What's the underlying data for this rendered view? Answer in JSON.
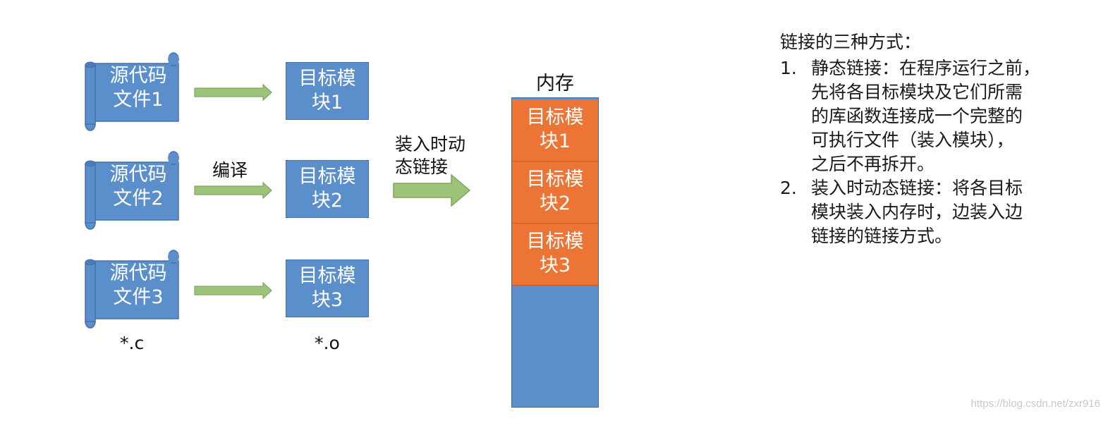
{
  "diagram": {
    "source_files": [
      {
        "line1": "源代码",
        "line2": "文件1"
      },
      {
        "line1": "源代码",
        "line2": "文件2"
      },
      {
        "line1": "源代码",
        "line2": "文件3"
      }
    ],
    "object_modules": [
      {
        "line1": "目标模",
        "line2": "块1"
      },
      {
        "line1": "目标模",
        "line2": "块2"
      },
      {
        "line1": "目标模",
        "line2": "块3"
      }
    ],
    "compile_label": "编译",
    "source_ext": "*.c",
    "object_ext": "*.o",
    "load_label_line1": "装入时动",
    "load_label_line2": "态链接",
    "memory_title": "内存",
    "memory_blocks": [
      {
        "line1": "目标模",
        "line2": "块1"
      },
      {
        "line1": "目标模",
        "line2": "块2"
      },
      {
        "line1": "目标模",
        "line2": "块3"
      }
    ],
    "colors": {
      "module_blue": "#5b8fcb",
      "memory_orange": "#ec7536",
      "arrow_green": "#9dc37a"
    }
  },
  "notes": {
    "heading": "链接的三种方式：",
    "items": [
      {
        "num": "1.",
        "lines": [
          "静态链接：在程序运行之前，",
          "先将各目标模块及它们所需",
          "的库函数连接成一个完整的",
          "可执行文件（装入模块），",
          "之后不再拆开。"
        ]
      },
      {
        "num": "2.",
        "lines": [
          "装入时动态链接：将各目标",
          "模块装入内存时，边装入边",
          "链接的链接方式。"
        ]
      }
    ]
  },
  "watermark": "https://blog.csdn.net/zxr916"
}
